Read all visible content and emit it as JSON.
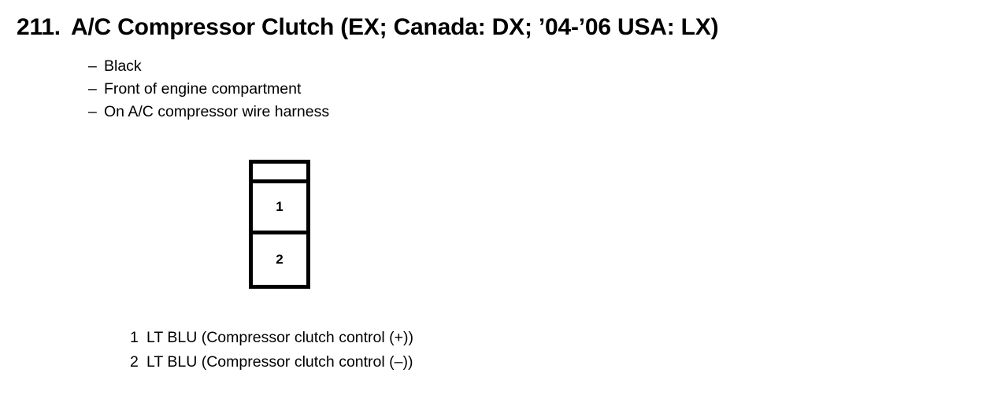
{
  "document": {
    "background_color": "#ffffff",
    "text_color": "#000000"
  },
  "header": {
    "number": "211.",
    "title": "A/C Compressor Clutch (EX; Canada: DX; ’04-’06 USA: LX)"
  },
  "attributes": {
    "dash": "–",
    "items": [
      {
        "text": "Black"
      },
      {
        "text": "Front of engine compartment"
      },
      {
        "text": "On A/C compressor wire harness"
      }
    ]
  },
  "connector": {
    "name": "connector-diagram",
    "border_color": "#000000",
    "fill_color": "#ffffff",
    "cells": [
      {
        "label": "",
        "kind": "blank"
      },
      {
        "label": "1",
        "kind": "pin"
      },
      {
        "label": "2",
        "kind": "pin"
      }
    ]
  },
  "legend": {
    "rows": [
      {
        "pin": "1",
        "description": "LT BLU (Compressor clutch control (+))"
      },
      {
        "pin": "2",
        "description": "LT BLU (Compressor clutch control (–))"
      }
    ]
  }
}
